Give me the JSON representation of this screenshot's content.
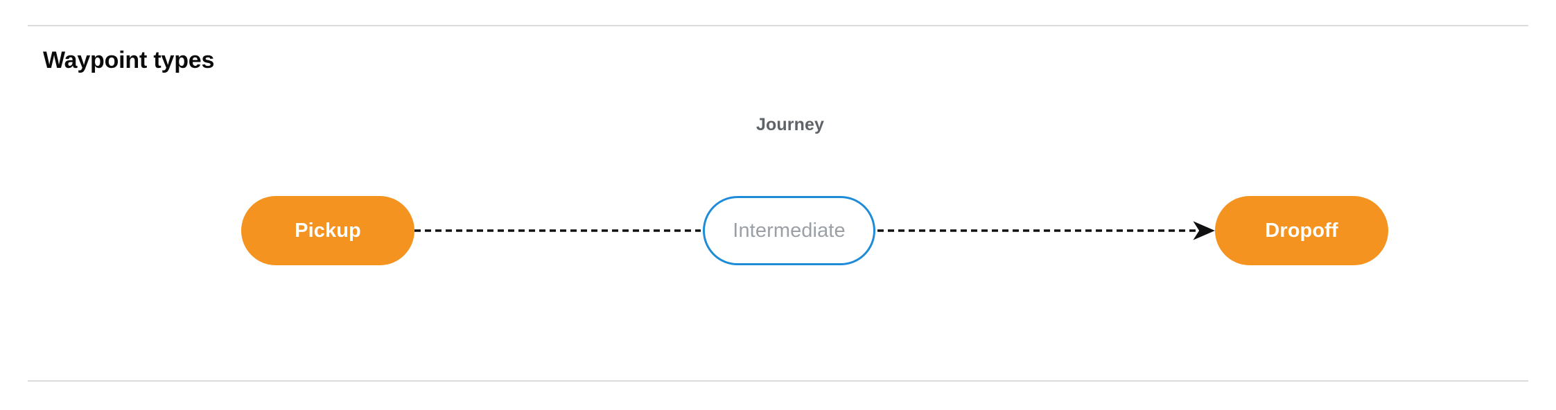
{
  "section": {
    "title": "Waypoint types"
  },
  "diagram": {
    "caption": "Journey",
    "nodes": [
      {
        "id": "pickup",
        "label": "Pickup",
        "style": "filled",
        "fill": "#f4931f",
        "text_color": "#ffffff"
      },
      {
        "id": "intermediate",
        "label": "Intermediate",
        "style": "outline",
        "fill": "#ffffff",
        "border_color": "#1e8bd8",
        "text_color": "#9aa0a6"
      },
      {
        "id": "dropoff",
        "label": "Dropoff",
        "style": "filled",
        "fill": "#f4931f",
        "text_color": "#ffffff"
      }
    ],
    "edges": [
      {
        "from": "pickup",
        "to": "intermediate",
        "style": "dashed",
        "arrowhead": false,
        "color": "#101010"
      },
      {
        "from": "intermediate",
        "to": "dropoff",
        "style": "dashed",
        "arrowhead": true,
        "color": "#101010"
      }
    ]
  },
  "colors": {
    "accent_orange": "#f4931f",
    "accent_blue": "#1e8bd8",
    "muted_text": "#9aa0a6",
    "caption_text": "#5f6368",
    "divider": "#d9dadc",
    "background": "#ffffff"
  }
}
